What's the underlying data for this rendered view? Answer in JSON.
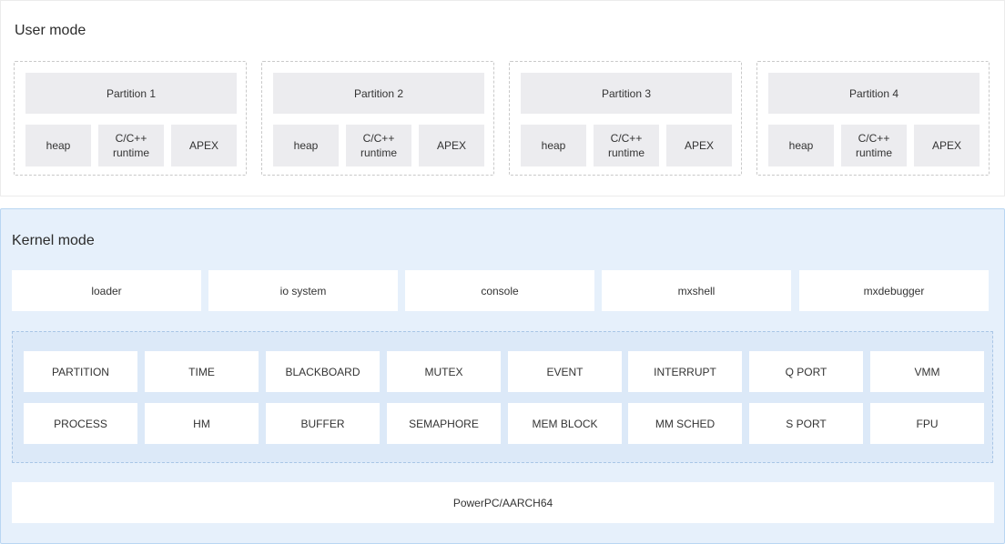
{
  "user_mode": {
    "title": "User mode",
    "partitions": [
      {
        "label": "Partition 1",
        "cells": [
          "heap",
          "C/C++\nruntime",
          "APEX"
        ]
      },
      {
        "label": "Partition 2",
        "cells": [
          "heap",
          "C/C++\nruntime",
          "APEX"
        ]
      },
      {
        "label": "Partition 3",
        "cells": [
          "heap",
          "C/C++\nruntime",
          "APEX"
        ]
      },
      {
        "label": "Partition 4",
        "cells": [
          "heap",
          "C/C++\nruntime",
          "APEX"
        ]
      }
    ]
  },
  "kernel_mode": {
    "title": "Kernel mode",
    "services": [
      "loader",
      "io system",
      "console",
      "mxshell",
      "mxdebugger"
    ],
    "components": [
      [
        "PARTITION",
        "TIME",
        "BLACKBOARD",
        "MUTEX",
        "EVENT",
        "INTERRUPT",
        "Q PORT",
        "VMM"
      ],
      [
        "PROCESS",
        "HM",
        "BUFFER",
        "SEMAPHORE",
        "MEM BLOCK",
        "MM SCHED",
        "S PORT",
        "FPU"
      ]
    ],
    "platform": "PowerPC/AARCH64"
  },
  "colors": {
    "kernel_bg": "#e6f0fb",
    "kernel_border": "#b9d6f2",
    "cell_grey": "#ececef"
  }
}
